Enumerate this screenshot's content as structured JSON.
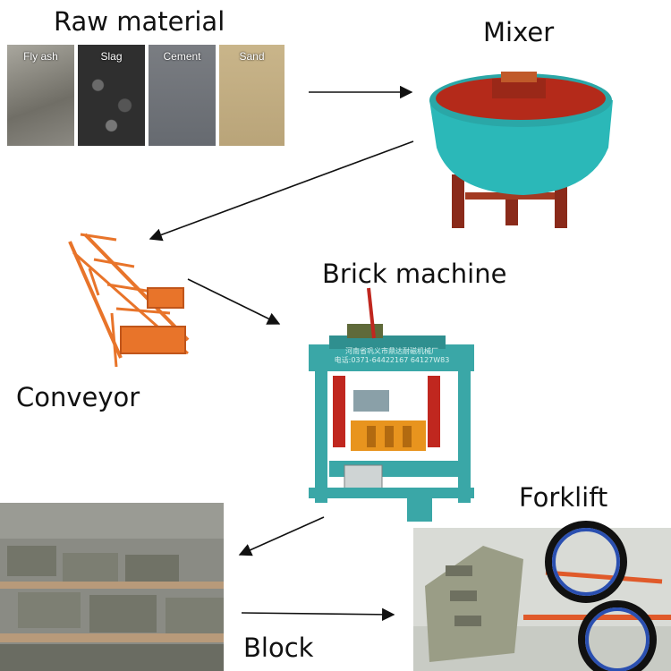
{
  "labels": {
    "raw_material": "Raw material",
    "mixer": "Mixer",
    "brick_machine": "Brick machine",
    "conveyor": "Conveyor",
    "forklift": "Forklift",
    "block": "Block"
  },
  "raw_materials": [
    "Fly ash",
    "Slag",
    "Cement",
    "Sand"
  ],
  "machine_sign": {
    "line1": "河南省巩义市鼎达耐磁机械厂",
    "line2": "电话:0371-64422167  64127W83"
  },
  "colors": {
    "mixer_body": "#2bb8b8",
    "mixer_rim": "#b42a1a",
    "conveyor": "#e8742a",
    "machine_frame": "#3aa7a7",
    "machine_mold": "#e8941e",
    "forklift_wheel": "#2a4fb0",
    "forklift_frame": "#e05a2a",
    "block_concrete": "#8c8e80",
    "pallet": "#b89a7a"
  }
}
